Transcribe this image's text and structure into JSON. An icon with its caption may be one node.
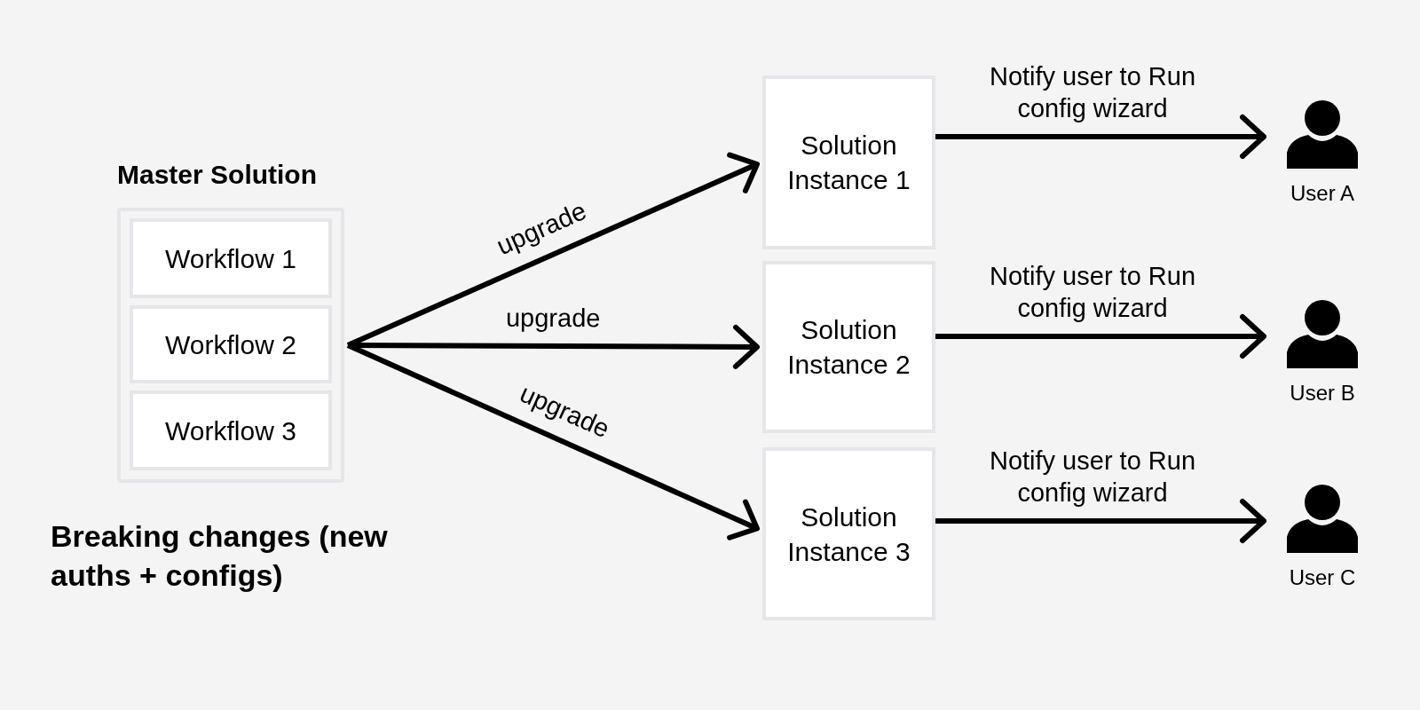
{
  "diagram": {
    "nodes": [
      {
        "text": [
          "Master Solution"
        ]
      },
      {
        "text": [
          "Workflow 1"
        ],
        "in": 0
      },
      {
        "text": [
          "Workflow 2"
        ],
        "in": 0
      },
      {
        "text": [
          "Workflow 3"
        ],
        "in": 0
      },
      {
        "text": [
          "Solution Instance 1"
        ]
      },
      {
        "text": [
          "Solution Instance 2"
        ]
      },
      {
        "text": [
          "Solution Instance 3"
        ]
      },
      {
        "text": [
          "User A"
        ]
      },
      {
        "text": [
          "User B"
        ]
      },
      {
        "text": [
          "User C"
        ]
      }
    ],
    "edges": [
      {
        "from": 0,
        "to": 4,
        "arrow": "to",
        "label": "upgrade"
      },
      {
        "from": 0,
        "to": 5,
        "arrow": "to",
        "label": "upgrade"
      },
      {
        "from": 0,
        "to": 6,
        "arrow": "to",
        "label": "upgrade"
      },
      {
        "from": 4,
        "to": 7,
        "arrow": "to",
        "label": "Notify user to Run config wizard"
      },
      {
        "from": 5,
        "to": 8,
        "arrow": "to",
        "label": "Notify user to Run config wizard"
      },
      {
        "from": 6,
        "to": 9,
        "arrow": "to",
        "label": "Notify user to Run config wizard"
      }
    ],
    "labels": [
      "Breaking changes (new auths + configs)"
    ]
  }
}
